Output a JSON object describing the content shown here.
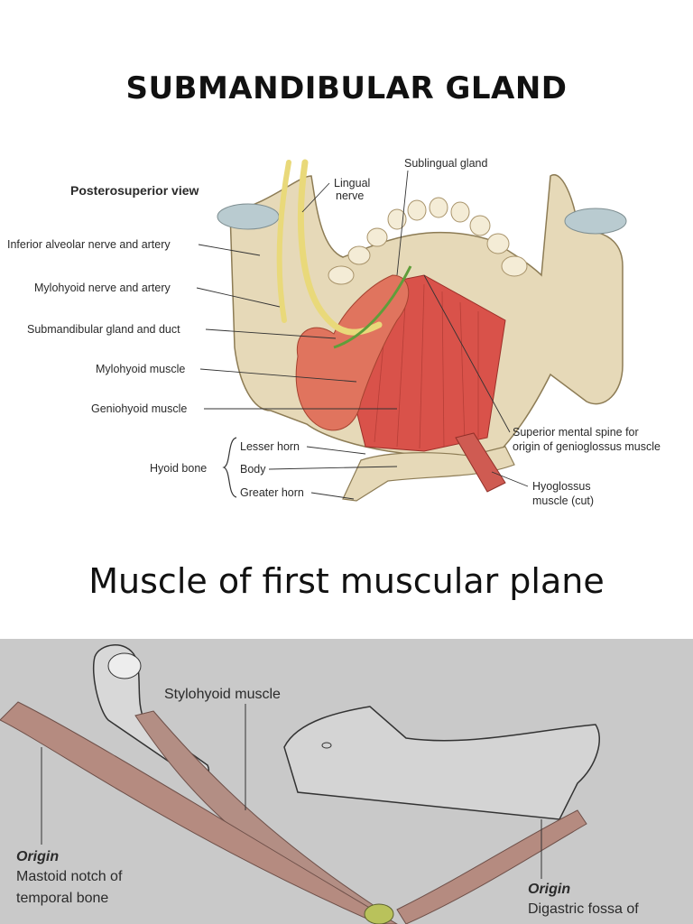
{
  "title": "SUBMANDIBULAR GLAND",
  "subtitle": "Muscle of first muscular plane",
  "figure1": {
    "view_label": "Posterosuperior view",
    "labels": {
      "lingual_nerve": "Lingual",
      "lingual_nerve_2": "nerve",
      "sublingual_gland": "Sublingual gland",
      "inferior_alveolar": "Inferior alveolar nerve and artery",
      "mylohyoid_nerve": "Mylohyoid nerve and artery",
      "submandibular": "Submandibular gland and duct",
      "mylohyoid_muscle": "Mylohyoid muscle",
      "geniohyoid": "Geniohyoid muscle",
      "hyoid_bone": "Hyoid bone",
      "lesser_horn": "Lesser horn",
      "body": "Body",
      "greater_horn": "Greater horn",
      "mental_spine_1": "Superior mental spine for",
      "mental_spine_2": "origin of genioglossus muscle",
      "hyoglossus_1": "Hyoglossus",
      "hyoglossus_2": "muscle (cut)"
    }
  },
  "figure2": {
    "labels": {
      "stylohyoid": "Stylohyoid muscle",
      "origin_left": "Origin",
      "mastoid_1": "Mastoid notch of",
      "mastoid_2": "temporal bone",
      "origin_right": "Origin",
      "digastric": "Digastric fossa of"
    }
  },
  "colors": {
    "bone": "#e6d9b8",
    "muscle": "#d9524a",
    "gland": "#e0745e",
    "nerve": "#e9d97a",
    "duct": "#5f9e3a",
    "fig2_bg": "#c9c9c9"
  }
}
